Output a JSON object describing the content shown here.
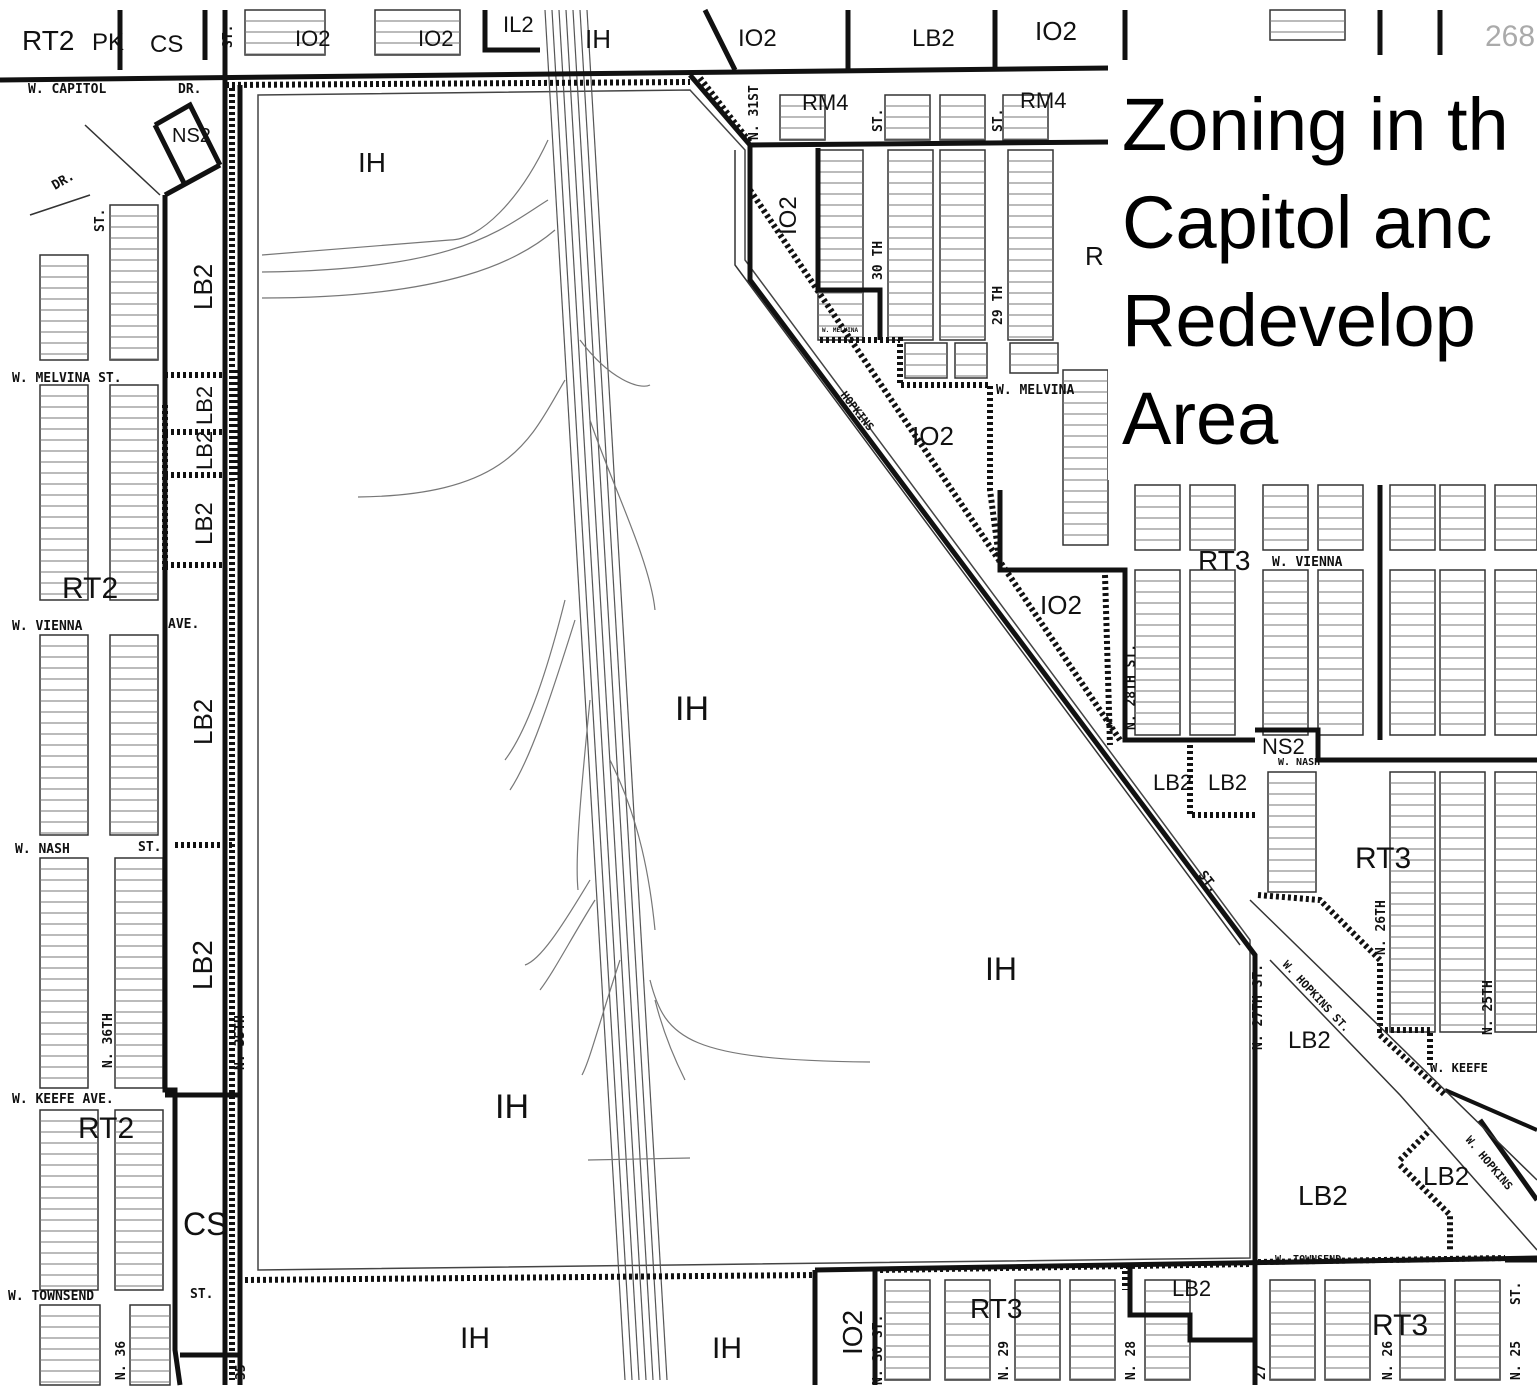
{
  "page_number": "268",
  "title_lines": [
    "Zoning in th",
    "Capitol anc",
    "Redevelop",
    "Area"
  ],
  "zones": {
    "rt2_top": "RT2",
    "pk": "PK",
    "cs_top": "CS",
    "io2_a": "IO2",
    "io2_b": "IO2",
    "il2": "IL2",
    "ih_top": "IH",
    "io2_c": "IO2",
    "lb2_top": "LB2",
    "io2_d": "IO2",
    "rm4_a": "RM4",
    "rm4_b": "RM4",
    "ns2_top": "NS2",
    "ih_big": "IH",
    "io2_side": "IO2",
    "r_partial": "R",
    "lb2_1": "LB2",
    "lb2_2": "LB2",
    "lb2_3": "LB2",
    "lb2_4": "LB2",
    "io2_mid": "IO2",
    "rt2_left": "RT2",
    "rt3_a": "RT3",
    "io2_low": "IO2",
    "lb2_5": "LB2",
    "ih_center": "IH",
    "ns2_mid": "NS2",
    "lb2_6": "LB2",
    "lb2_7": "LB2",
    "rt3_b": "RT3",
    "lb2_8": "LB2",
    "ih_right": "IH",
    "lb2_9": "LB2",
    "rt2_bottom": "RT2",
    "ih_lower": "IH",
    "lb2_10": "LB2",
    "lb2_11": "LB2",
    "cs_bottom": "CS",
    "ih_b1": "IH",
    "ih_b2": "IH",
    "io2_bottom": "IO2",
    "rt3_c": "RT3",
    "lb2_12": "LB2",
    "rt3_d": "RT3"
  },
  "streets": {
    "w_capitol": "W. CAPITOL",
    "dr_a": "DR.",
    "dr_b": "DR.",
    "st_a": "ST.",
    "st_b": "ST.",
    "st_c": "ST.",
    "st_d": "ST.",
    "n_31st": "N. 31ST",
    "th_30": "30 TH",
    "th_29": "29 TH",
    "w_melvina_left": "W. MELVINA ST.",
    "w_melvina_small": "W. MELVINA",
    "w_melvina_right": "W. MELVINA",
    "hopkins": "HOPKINS",
    "w_vienna_left": "W. VIENNA",
    "ave_a": "AVE.",
    "w_vienna_right": "W. VIENNA",
    "w_nash_left": "W. NASH",
    "st_nash": "ST.",
    "w_nash_right": "W. NASH",
    "st_hop": "ST.",
    "w_hopkins_st": "W. HOPKINS ST.",
    "n_26th": "N. 26TH",
    "n_25th": "N. 25TH",
    "n_36th": "N. 36TH",
    "n_35th": "N. 35TH",
    "n_27th": "N. 27TH ST.",
    "n_28th_st": "N. 28TH ST.",
    "w_keefe_left": "W. KEEFE AVE.",
    "w_keefe_right": "W. KEEFE",
    "w_hopkins_lower": "W. HOPKINS",
    "w_townsend_left": "W. TOWNSEND",
    "st_town": "ST.",
    "w_townsend_right": "W. TOWNSEND",
    "n_36_b": "N. 36",
    "n_35_b": "35",
    "n_30_b": "N. 30 ST.",
    "n_29_b": "N. 29",
    "n_28_b": "N. 28",
    "n_27_b": "27",
    "n_26_b": "N. 26",
    "n_25_b": "N. 25",
    "st_e": "ST."
  }
}
